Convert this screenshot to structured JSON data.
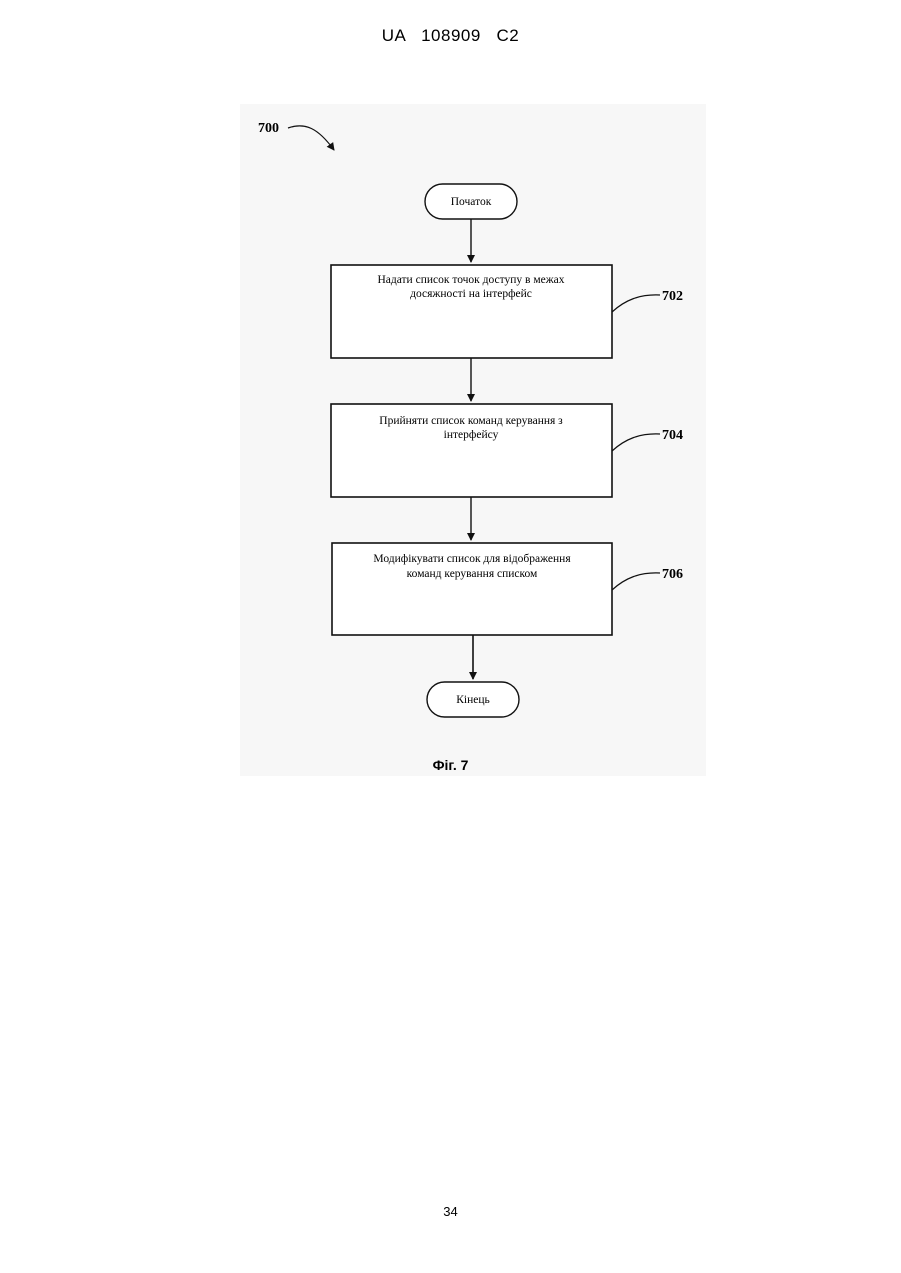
{
  "header": {
    "text": "UA   108909   C2"
  },
  "diagram": {
    "ref_main": "700",
    "start_label": "Початок",
    "end_label": "Кінець",
    "steps": [
      {
        "line1": "Надати список точок доступу в межах",
        "line2": "досяжності на інтерфейс",
        "ref": "702"
      },
      {
        "line1": "Прийняти список команд керування з",
        "line2": "інтерфейсу",
        "ref": "704"
      },
      {
        "line1": "Модифікувати список для відображення",
        "line2": "команд керування списком",
        "ref": "706"
      }
    ]
  },
  "caption": "Фіг. 7",
  "page_number": "34"
}
